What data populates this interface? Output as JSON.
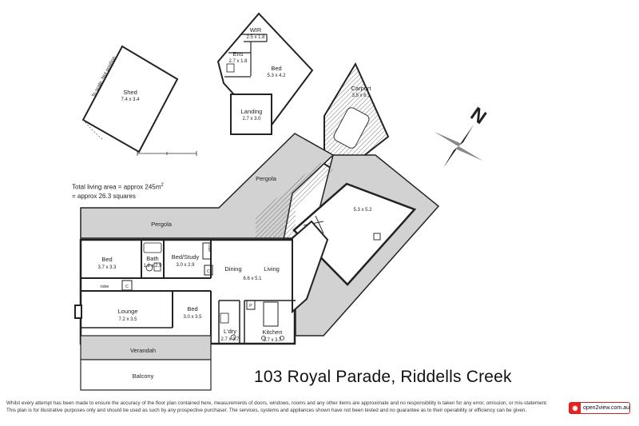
{
  "address": "103 Royal Parade, Riddells Creek",
  "area_line1": "Total living area = approx 245m",
  "area_sup": "2",
  "area_line2": "= approx 26.3 squares",
  "disclaimer_line1": "Whilst every attempt has been made to ensure the accuracy of the floor plan contained here, measurements of doors, windows, rooms and any other items are approximate and no responsibility is taken for any error, omission, or mis-statement.",
  "disclaimer_line2": "This plan is for illustrative purposes only and should be used as such by any prospective purchaser. The services, systems and appliances shown have not been tested and no guarantee as to their operability or efficiency can be given.",
  "logo_text": "open2view.com.au",
  "compass_letter": "N",
  "shed_note": "To scale. Not position",
  "rooms": {
    "wir": {
      "name": "WIR",
      "dim": "2.5 x 1.8"
    },
    "ens": {
      "name": "Ens",
      "dim": "2.7 x 1.8"
    },
    "bed_upper": {
      "name": "Bed",
      "dim": "5.3 x 4.2"
    },
    "landing": {
      "name": "Landing",
      "dim": "2.7 x 3.0"
    },
    "shed": {
      "name": "Shed",
      "dim": "7.4 x 3.4"
    },
    "carport": {
      "name": "Carport",
      "dim": "3.5 x 6.1"
    },
    "pergola_top": {
      "name": "Pergola"
    },
    "pergola_left": {
      "name": "Pergola"
    },
    "garage": {
      "dim": "5.3 x 5.2"
    },
    "bed1": {
      "name": "Bed",
      "dim": "3.7 x 3.3"
    },
    "bath": {
      "name": "Bath",
      "dim": "1.8 x 2.9"
    },
    "bedstudy": {
      "name": "Bed/Study",
      "dim": "3.0 x 2.9"
    },
    "robe1": {
      "name": "robe"
    },
    "robe2": {
      "name": "robe"
    },
    "c1": {
      "name": "C"
    },
    "c2": {
      "name": "C"
    },
    "p": {
      "name": "P"
    },
    "dining": {
      "name": "Dining"
    },
    "living": {
      "name": "Living",
      "dim": "6.6 x 5.1"
    },
    "lounge": {
      "name": "Lounge",
      "dim": "7.2 x 3.5"
    },
    "bed2": {
      "name": "Bed",
      "dim": "3.0 x 3.5"
    },
    "ldry": {
      "name": "L'dry",
      "dim": "2.7 x 3.7"
    },
    "kitchen": {
      "name": "Kitchen",
      "dim": "3.7 x 3.7"
    },
    "verandah": {
      "name": "Verandah"
    },
    "balcony": {
      "name": "Balcony"
    }
  }
}
